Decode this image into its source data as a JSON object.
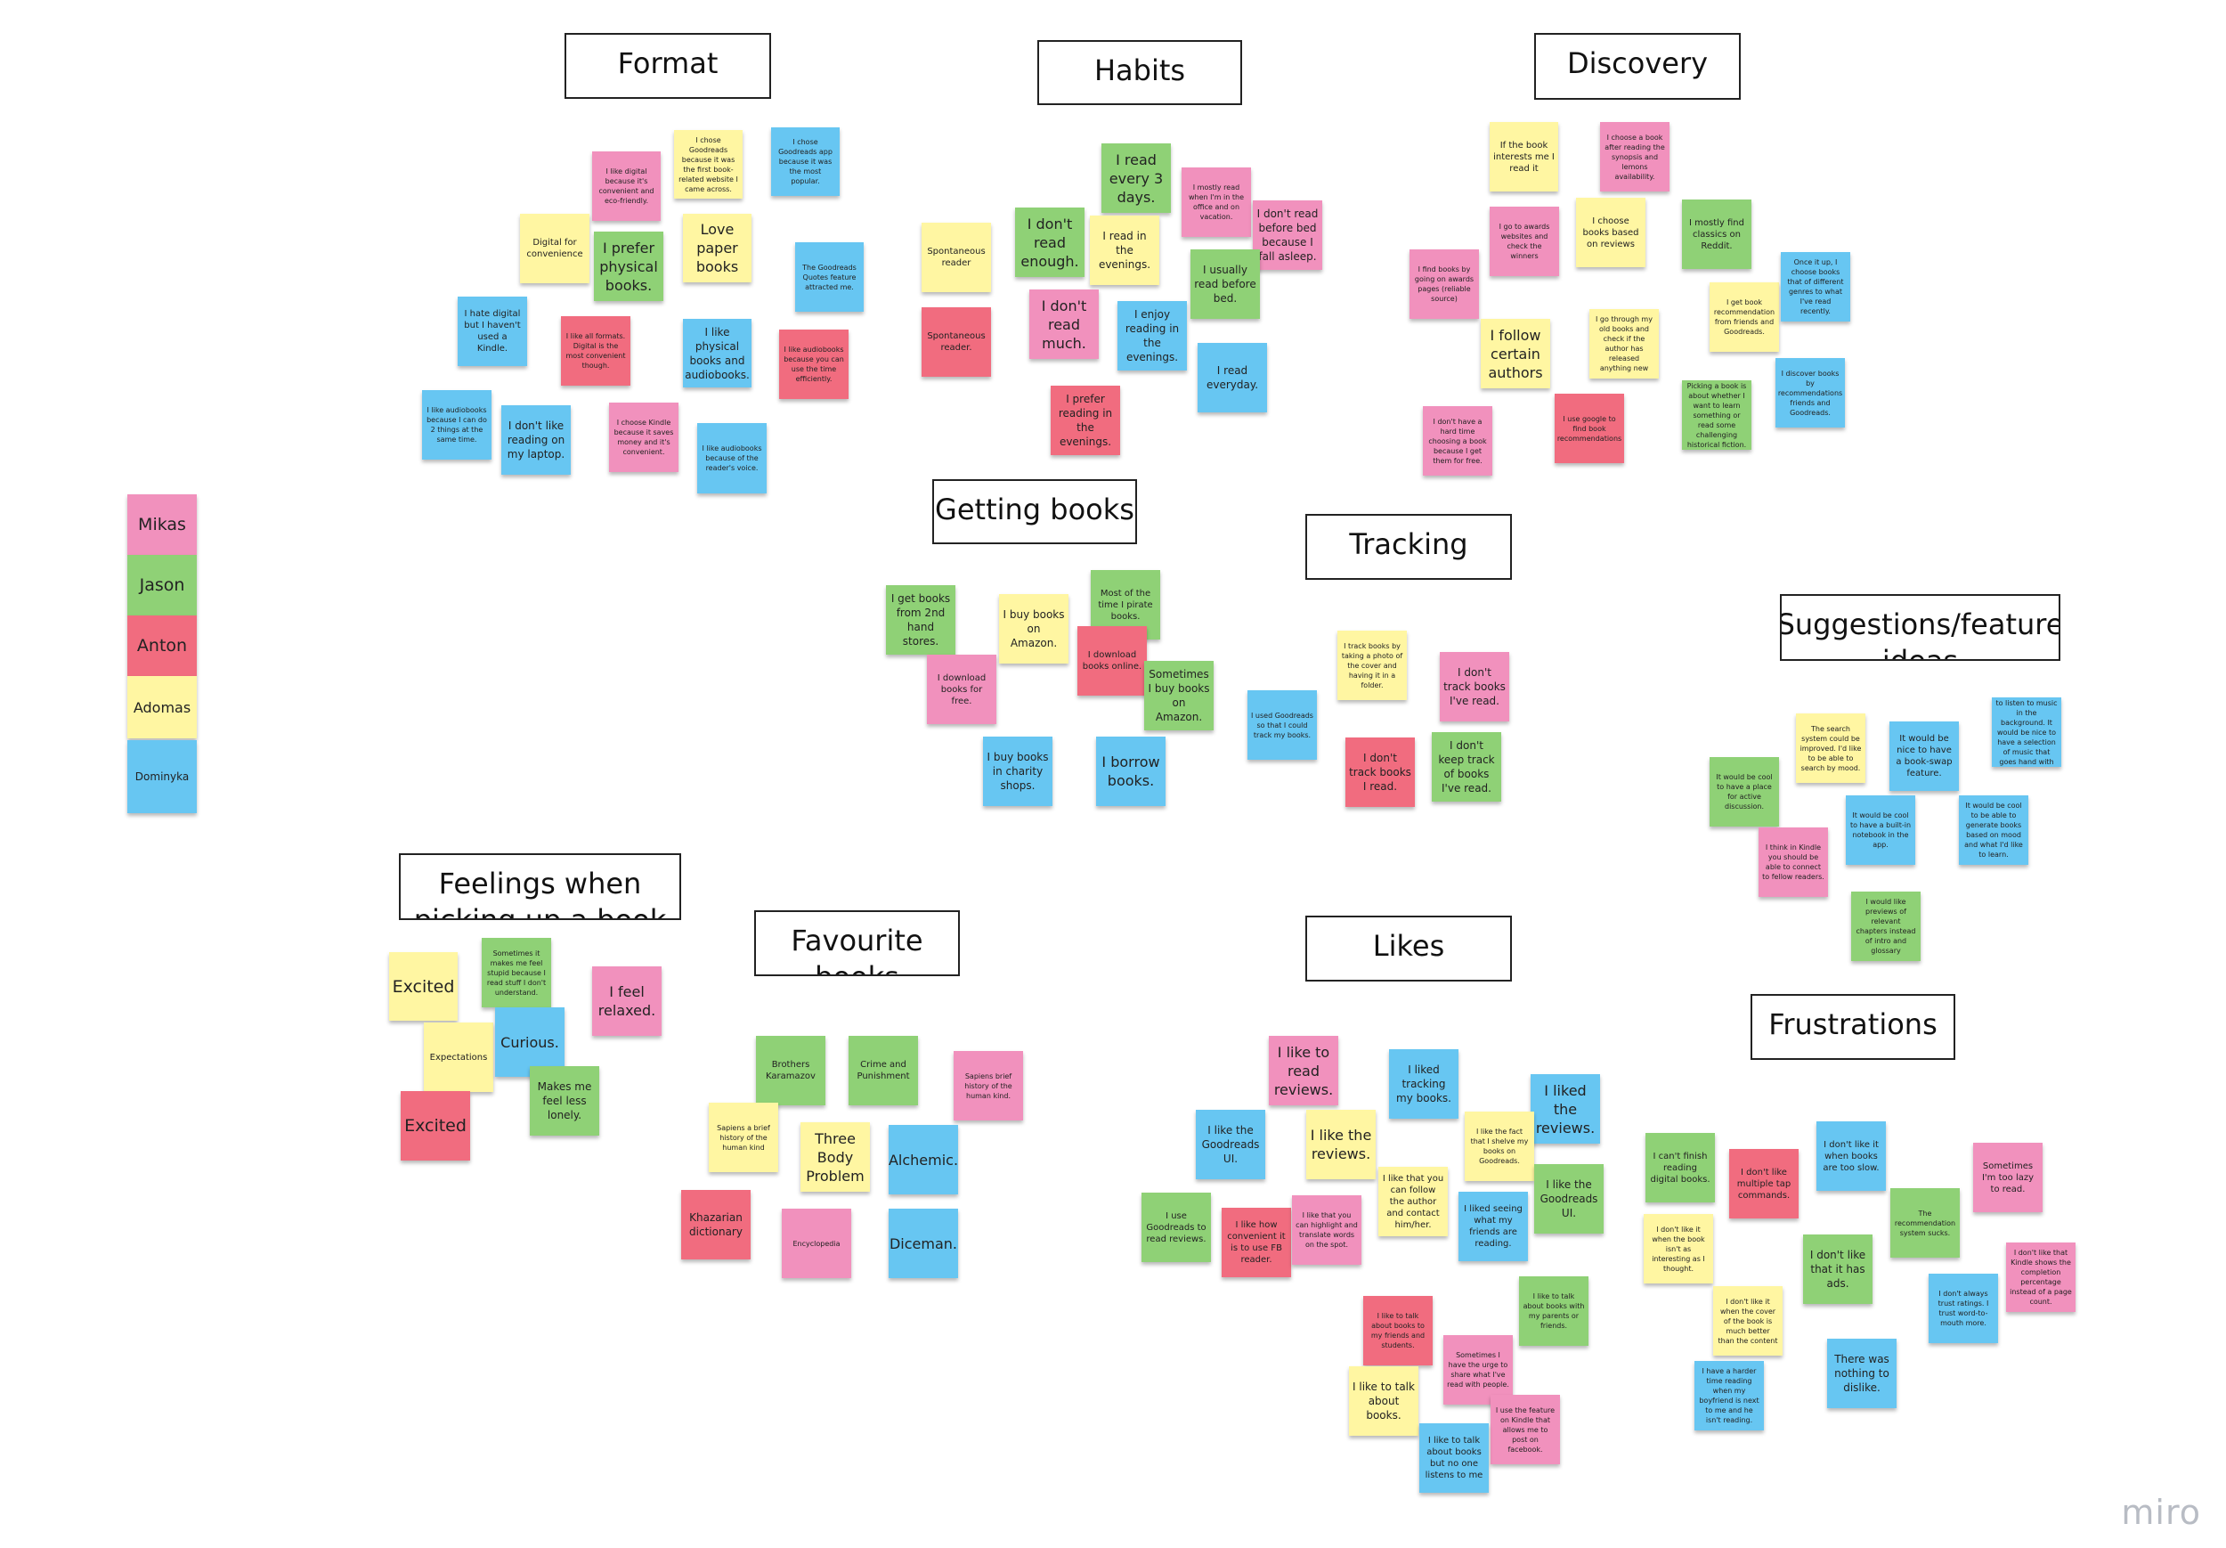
{
  "board": {
    "watermark": "miro",
    "colors": {
      "pink": "#f191bd",
      "green": "#8fd176",
      "red": "#f16c7f",
      "yellow": "#fff6a2",
      "blue": "#67c6f2"
    }
  },
  "legend": [
    {
      "name": "Mikas",
      "color": "pink"
    },
    {
      "name": "Jason",
      "color": "green"
    },
    {
      "name": "Anton",
      "color": "red"
    },
    {
      "name": "Adomas",
      "color": "yellow"
    },
    {
      "name": "Dominyka",
      "color": "blue"
    }
  ],
  "frames": {
    "format": "Format",
    "habits": "Habits",
    "discovery": "Discovery",
    "getting_books": "Getting books",
    "tracking": "Tracking",
    "suggestions": "Suggestions/feature ideas",
    "feelings": "Feelings when picking up a book",
    "favourite_books": "Favourite books",
    "likes": "Likes",
    "frustrations": "Frustrations"
  },
  "notes": {
    "format": [
      "I chose Goodreads because it was the first book-related website I came across.",
      "I chose Goodreads app because it was the most popular.",
      "I like digital because it's convenient and eco-friendly.",
      "Digital for convenience",
      "I prefer physical books.",
      "Love paper books",
      "The Goodreads Quotes feature attracted me.",
      "I hate digital but I haven't used a Kindle.",
      "I like all formats. Digital is the most convenient though.",
      "I like physical books and audiobooks.",
      "I like audiobooks because you can use the time efficiently.",
      "I like audiobooks because I can do 2 things at the same time.",
      "I don't like reading on my laptop.",
      "I choose Kindle because it saves money and it's convenient.",
      "I like audiobooks because of the reader's voice."
    ],
    "habits": [
      "I read every 3 days.",
      "I mostly read when I'm in the office and on vacation.",
      "I don't read before bed because I fall asleep.",
      "Spontaneous reader",
      "I don't read enough.",
      "I read in the evenings.",
      "I usually read before bed.",
      "Spontaneous reader.",
      "I don't read much.",
      "I enjoy reading in the evenings.",
      "I read everyday.",
      "I prefer reading in the evenings."
    ],
    "discovery": [
      "If the book interests me I read it",
      "I choose a book after reading the synopsis and lemons availability.",
      "I go to awards websites and check the winners",
      "I choose books based on reviews",
      "I mostly find classics on Reddit.",
      "I find books by going on awards pages (reliable source)",
      "I go through my old books and check if the author has released anything new",
      "I get book recommendation from friends and Goodreads.",
      "Once it up, I choose books that of different genres to what I've read recently.",
      "I follow certain authors",
      "I use google to find book recommendations",
      "Picking a book is about whether I want to learn something or read some challenging historical fiction.",
      "I discover books by recommendations friends and Goodreads.",
      "I don't have a hard time choosing a book because I get them for free."
    ],
    "getting_books": [
      "I get books from 2nd hand stores.",
      "I buy books on Amazon.",
      "Most of the time I pirate books.",
      "I download books online.",
      "I download books for free.",
      "Sometimes I buy books on Amazon.",
      "I buy books in charity shops.",
      "I borrow books."
    ],
    "tracking": [
      "I track books by taking a photo of the cover and having it in a folder.",
      "I don't track books I've read.",
      "I used Goodreads so that I could track my books.",
      "I don't track books I read.",
      "I don't keep track of books I've read."
    ],
    "suggestions": [
      "The search system could be improved. I'd like to be able to search by mood.",
      "It would be nice to have a book-swap feature.",
      "Some people like to listen to music in the background. It would be nice to have a selection of music that goes hand with reading.",
      "It would be cool to have a place for active discussion.",
      "It would be cool to have a built-in notebook in the app.",
      "It would be cool to be able to generate books based on mood and what I'd like to learn.",
      "I think in Kindle you should be able to connect to fellow readers.",
      "I would like previews of relevant chapters instead of intro and glossary"
    ],
    "feelings": [
      "Excited",
      "Sometimes it makes me feel stupid because I read stuff I don't understand.",
      "I feel relaxed.",
      "Expectations",
      "Curious.",
      "Excited",
      "Makes me feel less lonely."
    ],
    "favourite_books": [
      "Brothers Karamazov",
      "Crime and Punishment",
      "Sapiens brief history of the human kind.",
      "Sapiens a brief history of the human kind",
      "Three Body Problem",
      "Alchemic.",
      "Khazarian dictionary",
      "Encyclopedia",
      "Diceman."
    ],
    "likes": [
      "I like to read reviews.",
      "I liked tracking my books.",
      "I liked the reviews.",
      "I like the Goodreads UI.",
      "I like the reviews.",
      "I like the fact that I shelve my books on Goodreads.",
      "I like that you can follow the author and contact him/her.",
      "I like the Goodreads UI.",
      "I use Goodreads to read reviews.",
      "I like how convenient it is to use FB reader.",
      "I like that you can highlight and translate words on the spot.",
      "I liked seeing what my friends are reading.",
      "I like to talk about books with my parents or friends.",
      "I like to talk about books to my friends and students.",
      "Sometimes I have the urge to share what I've read with people.",
      "I like to talk about books.",
      "I use the feature on Kindle that allows me to post on facebook.",
      "I like to talk about books but no one listens to me"
    ],
    "frustrations": [
      "I don't like it when books are too slow.",
      "I can't finish reading digital books.",
      "I don't like multiple tap commands.",
      "Sometimes I'm too lazy to read.",
      "The recommendation system sucks.",
      "I don't like it when the book isn't as interesting as I thought.",
      "I don't like that it has ads.",
      "I don't like that Kindle shows the completion percentage instead of a page count.",
      "I don't like it when the cover of the book is much better than the content",
      "I don't always trust ratings. I trust word-to-mouth more.",
      "I have a harder time reading when my boyfriend is next to me and he isn't reading.",
      "There was nothing to dislike."
    ]
  }
}
